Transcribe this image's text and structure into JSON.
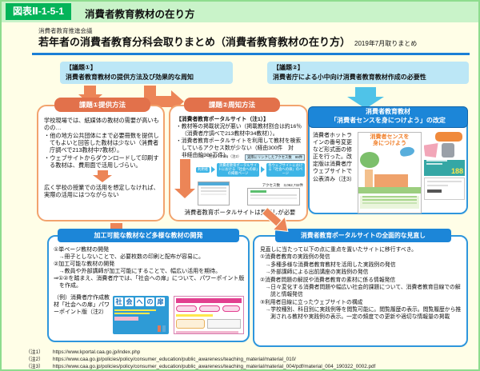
{
  "figure": {
    "label": "図表Ⅱ-1-5-1",
    "title": "消費者教育教材の在り方"
  },
  "header": {
    "council": "消費者教育推進会議",
    "title": "若年者の消費者教育分科会取りまとめ（消費者教育教材の在り方）",
    "date": "2019年7月取りまとめ"
  },
  "topic1": {
    "label": "【議題①】",
    "text": "消費者教育教材の提供方法及び効果的な周知"
  },
  "topic2": {
    "label": "【議題②】",
    "text": "消費者庁による小中向け消費者教育教材作成の必要性"
  },
  "issue1": {
    "header": "課題①提供方法",
    "lead": "学校現場では、紙媒体の教材の需要が高いものの…",
    "b1": "・他の地方公共団体にまで必要冊数を提供してもよいと回答した教材は少ない（消費者庁調べで213教材中7教材）。",
    "b2": "・ウェブサイトからダウンロードして印刷する教材は、費用面で活用しづらい。",
    "conclusion": "広く学校の授業での活用を想定しなければ、実際の活用にはつながらない"
  },
  "issue2": {
    "header": "課題②周知方法",
    "lead": "【消費者教育ポータルサイト（注1）】",
    "b1": "・教材等の掲載状況が悪い（掲載教材割合は約16％（消費者庁調べで213教材中34教材））。",
    "b2": "・消費者教育ポータルサイトを利用して教材を検索しているアクセス数が少ない（経由300件　対　非経由約300万件）。",
    "conclusion": "消費者教育ポータルサイトは見直しが必要",
    "diagram": {
      "caption": "（例）「社会への扉」（注2）",
      "linked": "実際にリンクしたアクセス数　99件",
      "user": "利用者",
      "portal": "消費者教育ポータルサイトにおける「社会への扉」の掲載ページ",
      "site": "各ウェブサイトにおける「社会への扉」のページ",
      "total": "アクセス数　3,062,732件"
    }
  },
  "revision": {
    "header1": "消費者教育教材",
    "header2": "「消費者センスを身につけよう」の改定",
    "body": "消費者ホットラインの番号変更など形式面の修正を行った。改定版は消費者庁ウェブサイトで公表済み（注3）",
    "booklet_title1": "消費者センスを",
    "booklet_title2": "身につけよう",
    "hotline": "188"
  },
  "development": {
    "header": "加工可能な教材など多様な教材の開発",
    "i1": "①単ページ教材の開発",
    "i1d": "→冊子としないことで、必要枚数の印刷と配布が容易に。",
    "i2": "②加工可能な教材の開発",
    "i2d": "→教員や外部講師が加工可能にすることで、幅広い活用を期待。",
    "result": "⇒①②を踏まえ、消費者庁では、「社会への扉」について、パワーポイント版を作成。",
    "example": "（例）消費者庁作成教材「社会への扉」パワーポイント版（注2）",
    "thumb_chars": [
      "社",
      "会",
      "へ",
      "の",
      "扉"
    ]
  },
  "review": {
    "header": "消費者教育ポータルサイトの全面的な見直し",
    "intro": "見直しに当たって以下の点に重点を置いたサイトに移行すべき。",
    "p1": "①消費者教育の実践例の発信",
    "p1a": "→多種多様な消費者教育教材を活用した実践例の発信",
    "p1b": "→外部講師による出前講座の実践例の発信",
    "p2": "②消費者問題の解説や消費者教育の素材に係る情報発信",
    "p2a": "→日々変化する消費者問題や幅広い社会的課題について、消費者教育目線での解説と情報発信",
    "p3": "③利用者目線に立ったウェブサイトの構成",
    "p3a": "→学校種別、科目別に実践例等を閲覧可能に。閲覧履歴の表示。閲覧履歴から推測される教材や実践例の表示。一定の頻度での更新や適切な情報量の掲載"
  },
  "footnotes": [
    {
      "label": "（注1）",
      "url": "https://www.kportal.caa.go.jp/index.php"
    },
    {
      "label": "（注2）",
      "url": "https://www.caa.go.jp/policies/policy/consumer_education/public_awareness/teaching_material/material_010/"
    },
    {
      "label": "（注3）",
      "url": "https://www.caa.go.jp/policies/policy/consumer_education/public_awareness/teaching_material/material_004/pdf/material_004_190322_0002.pdf"
    }
  ],
  "colors": {
    "accent_orange": "#E2714B",
    "arrow_orange": "#EC8557",
    "accent_blue": "#1C86D8",
    "cyan_arrow": "#4FC3E8",
    "topic_blue": "#BCE7F6",
    "band_green": "#C9F3C9",
    "label_green": "#04B459",
    "frame_green": "#8EDC8E",
    "background_cream": "#FFFEE7",
    "rule_blue": "#1B7FD6"
  }
}
